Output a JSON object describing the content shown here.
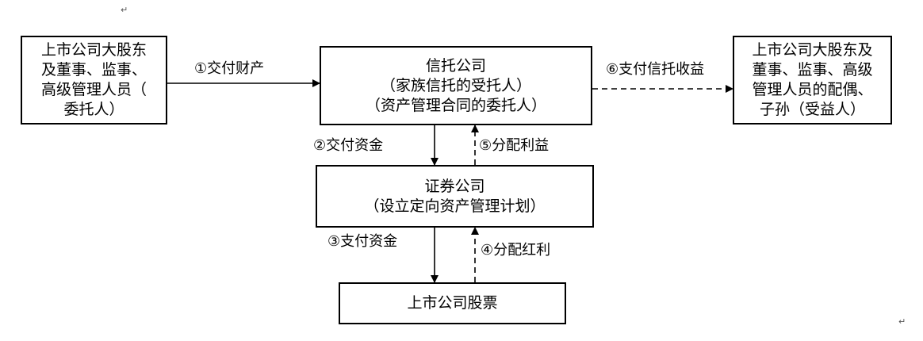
{
  "boxes": {
    "principal": [
      "上市公司大股东",
      "及董事、监事、",
      "高级管理人员（",
      "委托人）"
    ],
    "trust": [
      "信托公司",
      "（家族信托的受托人）",
      "（资产管理合同的委托人）"
    ],
    "beneficiary": [
      "上市公司大股东及",
      "董事、监事、高级",
      "管理人员的配偶、",
      "子孙（受益人）"
    ],
    "securities": [
      "证券公司",
      "（设立定向资产管理计划）"
    ],
    "stock": [
      "上市公司股票"
    ]
  },
  "edges": {
    "e1": "①交付财产",
    "e2": "②交付资金",
    "e3": "③支付资金",
    "e4": "④分配红利",
    "e5": "⑤分配利益",
    "e6": "⑥支付信托收益"
  },
  "marks": {
    "return_mark": "↵"
  }
}
